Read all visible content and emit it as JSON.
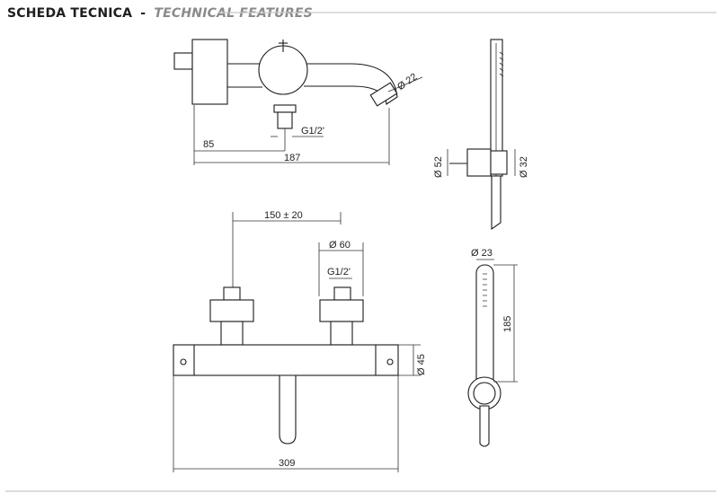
{
  "header": {
    "title": "SCHEDA TECNICA",
    "separator": "-",
    "subtitle": "TECHNICAL FEATURES"
  },
  "colors": {
    "title": "#1e1e1e",
    "subtitle": "#8a8a8a",
    "rule": "#c8c8c8",
    "drawing": "#1a1a1a"
  },
  "dimensions": {
    "spout_diameter": "Ø 22",
    "inlet_thread_top": "G1/2'",
    "offset_85": "85",
    "length_187": "187",
    "holder_diameter_52": "Ø 52",
    "holder_diameter_32": "Ø 32",
    "centers": "150 ± 20",
    "flange_diameter": "Ø 60",
    "inlet_thread_front": "G1/2'",
    "body_height": "Ø 45",
    "width_309": "309",
    "handshower_diameter": "Ø 23",
    "handshower_length": "185"
  }
}
